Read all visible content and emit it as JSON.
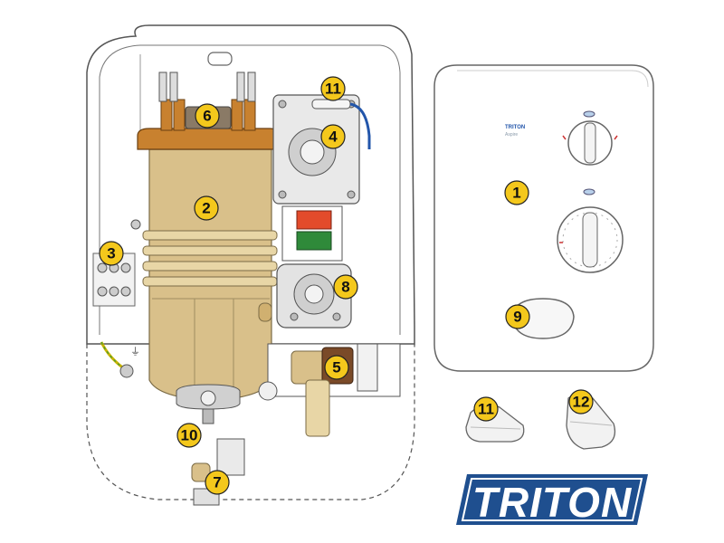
{
  "brand": {
    "logo_text": "TRITON",
    "logo_color": "#1f4f8f",
    "cover_brand": "TRITON",
    "cover_model": "Aspire"
  },
  "colors": {
    "callout_fill": "#f4c81c",
    "heater_body": "#d9c08a",
    "heater_flange": "#c8812f",
    "unit_outline": "#555555",
    "cover_fill": "#ffffff"
  },
  "callouts": [
    {
      "id": "1",
      "label": "1"
    },
    {
      "id": "2",
      "label": "2"
    },
    {
      "id": "3",
      "label": "3"
    },
    {
      "id": "4",
      "label": "4"
    },
    {
      "id": "5",
      "label": "5"
    },
    {
      "id": "6",
      "label": "6"
    },
    {
      "id": "7",
      "label": "7"
    },
    {
      "id": "8",
      "label": "8"
    },
    {
      "id": "9",
      "label": "9"
    },
    {
      "id": "10",
      "label": "10"
    },
    {
      "id": "11a",
      "label": "11"
    },
    {
      "id": "11b",
      "label": "11"
    },
    {
      "id": "12",
      "label": "12"
    }
  ]
}
